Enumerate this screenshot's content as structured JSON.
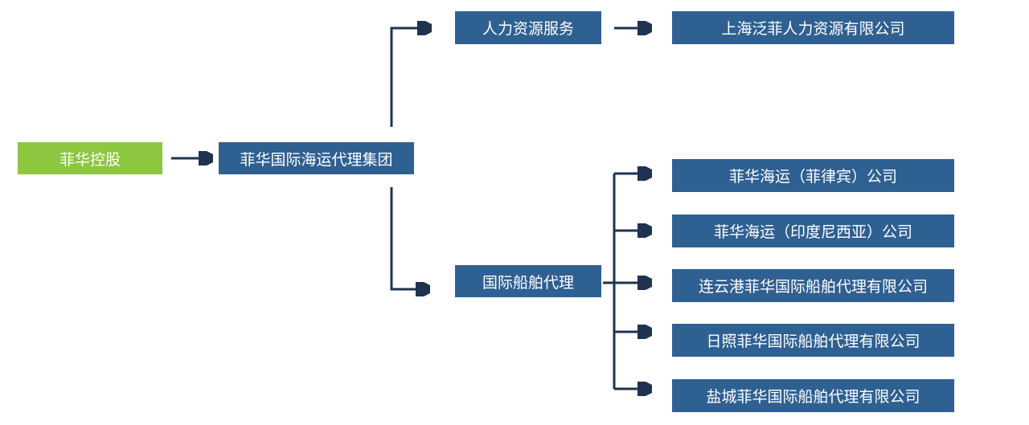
{
  "diagram": {
    "root": {
      "label": "菲华控股"
    },
    "group": {
      "label": "菲华国际海运代理集团"
    },
    "branches": [
      {
        "label": "人力资源服务",
        "children": [
          "上海泛菲人力资源有限公司"
        ]
      },
      {
        "label": "国际船舶代理",
        "children": [
          "菲华海运（菲律宾）公司",
          "菲华海运（印度尼西亚）公司",
          "连云港菲华国际船舶代理有限公司",
          "日照菲华国际船舶代理有限公司",
          "盐城菲华国际船舶代理有限公司"
        ]
      }
    ],
    "colors": {
      "root_fill": "#8dc63f",
      "node_fill": "#2f6092",
      "connector": "#1f3350",
      "text": "#ffffff"
    }
  }
}
